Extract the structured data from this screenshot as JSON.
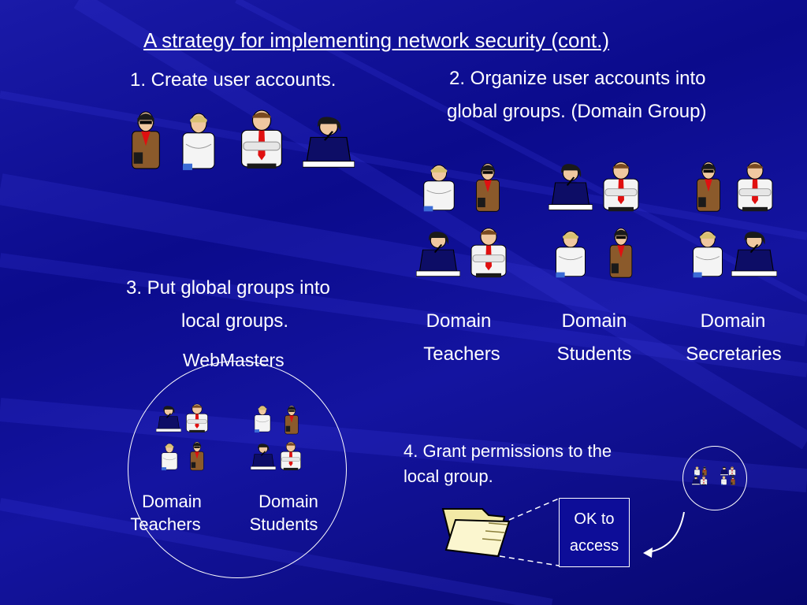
{
  "slide": {
    "title": "A strategy for implementing network security (cont.)",
    "colors": {
      "background": "#0b0b8c",
      "text": "#ffffff",
      "tie": "#e01010",
      "shirt": "#f4f4f4",
      "jacket": "#8b5a2b"
    },
    "step1": {
      "label": "1. Create user accounts.",
      "people": [
        "woman-sunglasses-icon",
        "man-blond-icon",
        "man-red-tie-icon",
        "woman-reading-icon"
      ]
    },
    "step2": {
      "line1": "2. Organize user accounts into",
      "line2": "global groups. (Domain Group)",
      "groups": [
        {
          "line1": "Domain",
          "line2": "Teachers"
        },
        {
          "line1": "Domain",
          "line2": "Students"
        },
        {
          "line1": "Domain",
          "line2": "Secretaries"
        }
      ]
    },
    "step3": {
      "line1": "3. Put global groups into",
      "line2": "local groups.",
      "local_group": "WebMasters",
      "members": [
        {
          "line1": "Domain",
          "line2": "Teachers"
        },
        {
          "line1": "Domain",
          "line2": "Students"
        }
      ]
    },
    "step4": {
      "line1": "4. Grant permissions to the",
      "line2": "local group.",
      "box_line1": "OK to",
      "box_line2": "access",
      "icons": [
        "folder-icon",
        "arrow-icon"
      ]
    }
  }
}
